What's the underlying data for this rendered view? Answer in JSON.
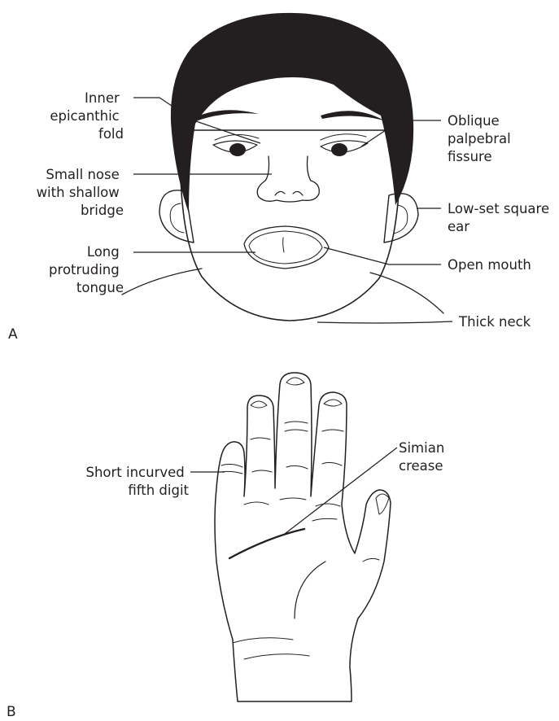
{
  "panels": {
    "a": "A",
    "b": "B"
  },
  "face": {
    "inner_epicanthic_fold": [
      "Inner",
      "epicanthic",
      "fold"
    ],
    "small_nose": [
      "Small nose",
      "with shallow",
      "bridge"
    ],
    "long_tongue": [
      "Long",
      "protruding",
      "tongue"
    ],
    "oblique_fissure": [
      "Oblique",
      "palpebral",
      "fissure"
    ],
    "low_set_ear": [
      "Low-set square",
      "ear"
    ],
    "open_mouth": [
      "Open mouth"
    ],
    "thick_neck": [
      "Thick neck"
    ]
  },
  "hand": {
    "short_fifth_digit": [
      "Short incurved",
      "fifth digit"
    ],
    "simian_crease": [
      "Simian",
      "crease"
    ]
  },
  "colors": {
    "skin": "#fbe7e1",
    "hand_skin": "#f8d3c2",
    "hair": "#231f20",
    "tongue": "#d99a8a",
    "line": "#231f20"
  }
}
